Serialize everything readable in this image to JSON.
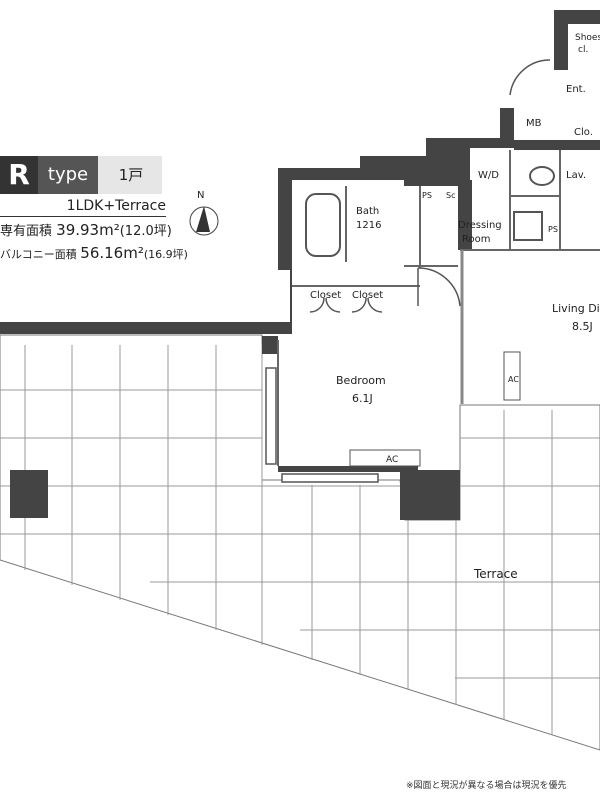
{
  "header": {
    "type_letter": "R",
    "type_word": "type",
    "units": "1戸",
    "layout": "1LDK+Terrace",
    "exclusive_area_label": "専有面積",
    "exclusive_area": "39.93m²",
    "exclusive_area_tsubo": "(12.0坪)",
    "balcony_area_label": "バルコニー面積",
    "balcony_area": "56.16m²",
    "balcony_area_tsubo": "(16.9坪)"
  },
  "compass": {
    "label": "N"
  },
  "rooms": {
    "shoes": "Shoes",
    "closet_small": "cl.",
    "entrance": "Ent.",
    "mb": "MB",
    "clo": "Clo.",
    "wd": "W/D",
    "lav": "Lav.",
    "bath": "Bath",
    "bath_size": "1216",
    "ps1": "PS",
    "sc": "Sc",
    "ps2": "PS",
    "dressing1": "Dressing",
    "dressing2": "Room",
    "closet1": "Closet",
    "closet2": "Closet",
    "living": "Living Di",
    "living_size": "8.5J",
    "bedroom": "Bedroom",
    "bedroom_size": "6.1J",
    "ac1": "AC",
    "ac2": "AC",
    "terrace": "Terrace"
  },
  "footnote": "※図面と現況が異なる場合は現況を優先"
}
